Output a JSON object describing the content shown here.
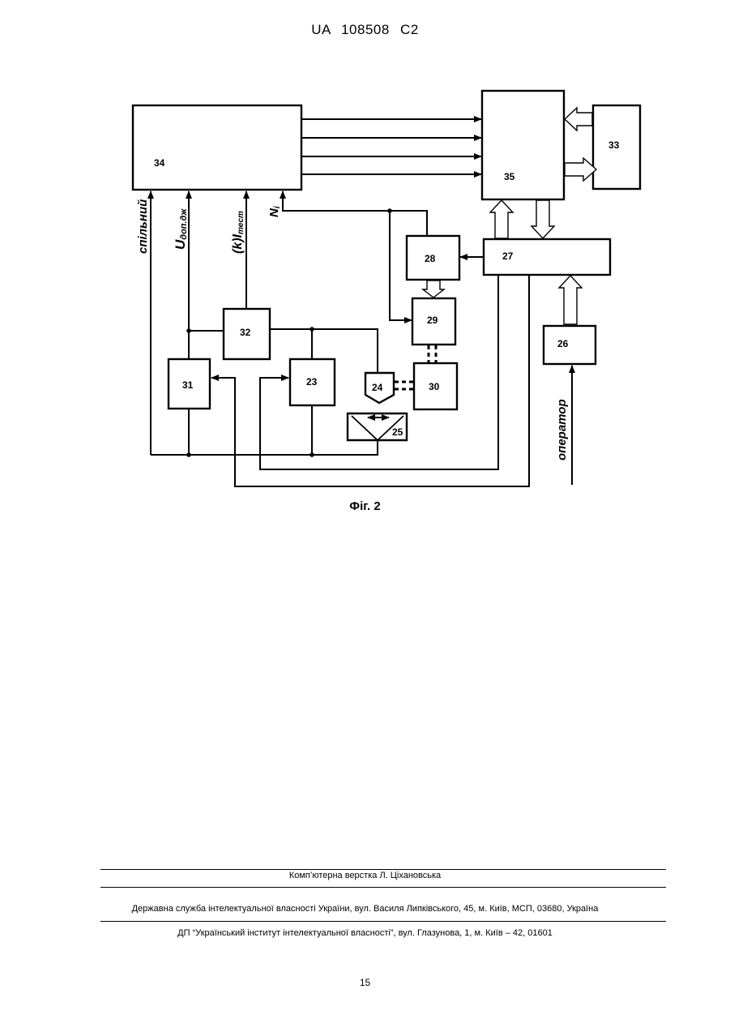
{
  "header": {
    "patent_id": "UA 108508 C2"
  },
  "figure": {
    "caption": "Фіг. 2",
    "blocks": {
      "b34": "34",
      "b35": "35",
      "b33": "33",
      "b27": "27",
      "b28": "28",
      "b29": "29",
      "b30": "30",
      "b26": "26",
      "b32": "32",
      "b31": "31",
      "b23": "23",
      "b24": "24",
      "b25": "25"
    },
    "signals": {
      "common": "спільний",
      "u_main": "U",
      "u_sub": "доп.дж",
      "k_main": "(k)I",
      "k_sub": "тест",
      "n_main": "N",
      "n_sub": "i",
      "operator": "оператор"
    }
  },
  "footer": {
    "layout": "Комп’ютерна верстка Л. Ціхановська",
    "agency": "Державна служба інтелектуальної власності України, вул. Василя Липківського, 45, м. Київ, МСП, 03680, Україна",
    "institute": "ДП “Український інститут інтелектуальної власності”, вул. Глазунова, 1, м. Київ – 42, 01601"
  },
  "page_number": "15"
}
